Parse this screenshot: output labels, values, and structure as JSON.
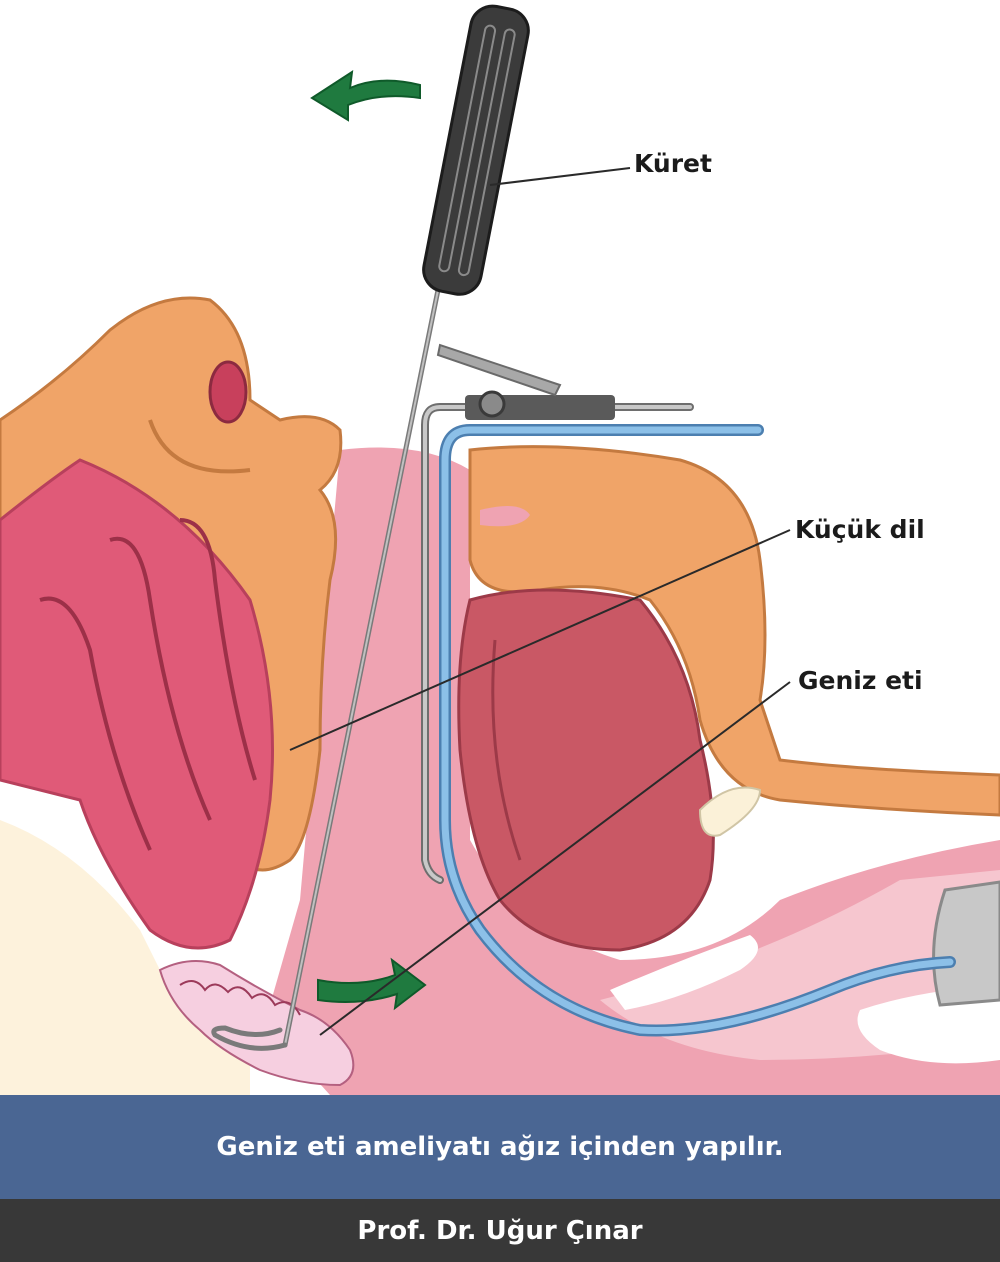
{
  "labels": {
    "curette": "Küret",
    "uvula": "Küçük dil",
    "adenoid": "Geniz eti"
  },
  "caption": "Geniz eti ameliyatı ağız içinden yapılır.",
  "credit": "Prof. Dr. Uğur Çınar",
  "colors": {
    "skin": "#f0a468",
    "mouth_tissue": "#e05a78",
    "throat_pink": "#efa3b2",
    "tongue": "#c95865",
    "tube_blue": "#6fa7d8",
    "arrow_green": "#1f7a3f",
    "caption_bar": "#4a6693",
    "credit_bar": "#383838"
  },
  "icons": [
    "arrow-left-icon",
    "arrow-right-icon"
  ]
}
